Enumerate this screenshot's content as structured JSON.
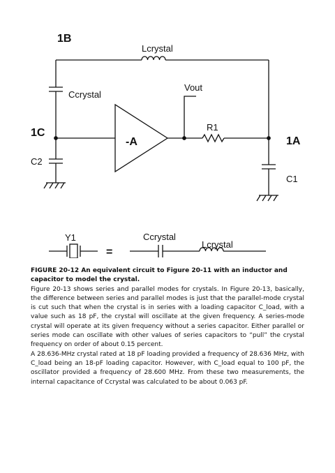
{
  "circuit": {
    "node_1b": "1B",
    "node_1c": "1C",
    "node_1a": "1A",
    "l_crystal": "Lcrystal",
    "c_crystal": "Ccrystal",
    "amplifier": "-A",
    "vout": "Vout",
    "r1": "R1",
    "c2": "C2",
    "c1": "C1"
  },
  "equivalent": {
    "y1": "Y1",
    "equals": "=",
    "c_crystal": "Ccrystal",
    "l_crystal": "Lcrystal"
  },
  "figure_caption": "FIGURE 20-12 An equivalent circuit to Figure 20-11 with an inductor and capacitor to model the crystal.",
  "paragraphs": [
    "Figure 20-13 shows series and parallel modes for crystals. In Figure 20-13, basically, the difference between series and parallel modes is just that the parallel-mode crystal is cut such that when the crystal is in series with a loading capacitor C_load, with a value such as 18 pF, the crystal will oscillate at the given frequency. A series-mode crystal will operate at its given frequency without a series capacitor. Either parallel or series mode can oscillate with other values of series capacitors to “pull” the crystal frequency on order of about 0.15 percent.",
    "A 28.636-MHz crystal rated at 18 pF loading provided a frequency of 28.636 MHz, with C_load being an 18-pF loading capacitor. However, with C_load equal to 100 pF, the oscillator provided a frequency of 28.600 MHz. From these two measurements, the internal capacitance of Ccrystal was calculated to be about 0.063 pF."
  ]
}
